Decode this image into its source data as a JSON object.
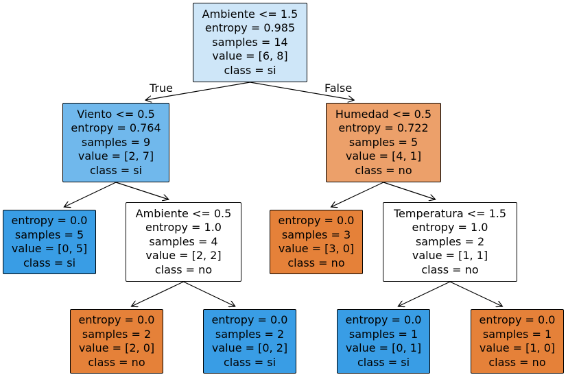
{
  "tree": {
    "edge_labels": {
      "true_label": "True",
      "false_label": "False"
    },
    "nodes": [
      {
        "id": "n0",
        "lines": [
          "Ambiente <= 1.5",
          "entropy = 0.985",
          "samples = 14",
          "value = [6, 8]",
          "class = si"
        ],
        "fill": "#cee6f8"
      },
      {
        "id": "n1",
        "lines": [
          "Viento <= 0.5",
          "entropy = 0.764",
          "samples = 9",
          "value = [2, 7]",
          "class = si"
        ],
        "fill": "#70b8ec"
      },
      {
        "id": "n2",
        "lines": [
          "entropy = 0.0",
          "samples = 5",
          "value = [0, 5]",
          "class = si"
        ],
        "fill": "#399de5"
      },
      {
        "id": "n3",
        "lines": [
          "Ambiente <= 0.5",
          "entropy = 1.0",
          "samples = 4",
          "value = [2, 2]",
          "class = no"
        ],
        "fill": "#ffffff"
      },
      {
        "id": "n4",
        "lines": [
          "entropy = 0.0",
          "samples = 2",
          "value = [2, 0]",
          "class = no"
        ],
        "fill": "#e58139"
      },
      {
        "id": "n5",
        "lines": [
          "entropy = 0.0",
          "samples = 2",
          "value = [0, 2]",
          "class = si"
        ],
        "fill": "#399de5"
      },
      {
        "id": "n6",
        "lines": [
          "Humedad <= 0.5",
          "entropy = 0.722",
          "samples = 5",
          "value = [4, 1]",
          "class = no"
        ],
        "fill": "#eca06a"
      },
      {
        "id": "n7",
        "lines": [
          "entropy = 0.0",
          "samples = 3",
          "value = [3, 0]",
          "class = no"
        ],
        "fill": "#e58139"
      },
      {
        "id": "n8",
        "lines": [
          "Temperatura <= 1.5",
          "entropy = 1.0",
          "samples = 2",
          "value = [1, 1]",
          "class = no"
        ],
        "fill": "#ffffff"
      },
      {
        "id": "n9",
        "lines": [
          "entropy = 0.0",
          "samples = 1",
          "value = [0, 1]",
          "class = si"
        ],
        "fill": "#399de5"
      },
      {
        "id": "n10",
        "lines": [
          "entropy = 0.0",
          "samples = 1",
          "value = [1, 0]",
          "class = no"
        ],
        "fill": "#e58139"
      }
    ],
    "edges": [
      {
        "from": "n0",
        "to": "n1"
      },
      {
        "from": "n0",
        "to": "n6"
      },
      {
        "from": "n1",
        "to": "n2"
      },
      {
        "from": "n1",
        "to": "n3"
      },
      {
        "from": "n3",
        "to": "n4"
      },
      {
        "from": "n3",
        "to": "n5"
      },
      {
        "from": "n6",
        "to": "n7"
      },
      {
        "from": "n6",
        "to": "n8"
      },
      {
        "from": "n8",
        "to": "n9"
      },
      {
        "from": "n8",
        "to": "n10"
      }
    ]
  }
}
